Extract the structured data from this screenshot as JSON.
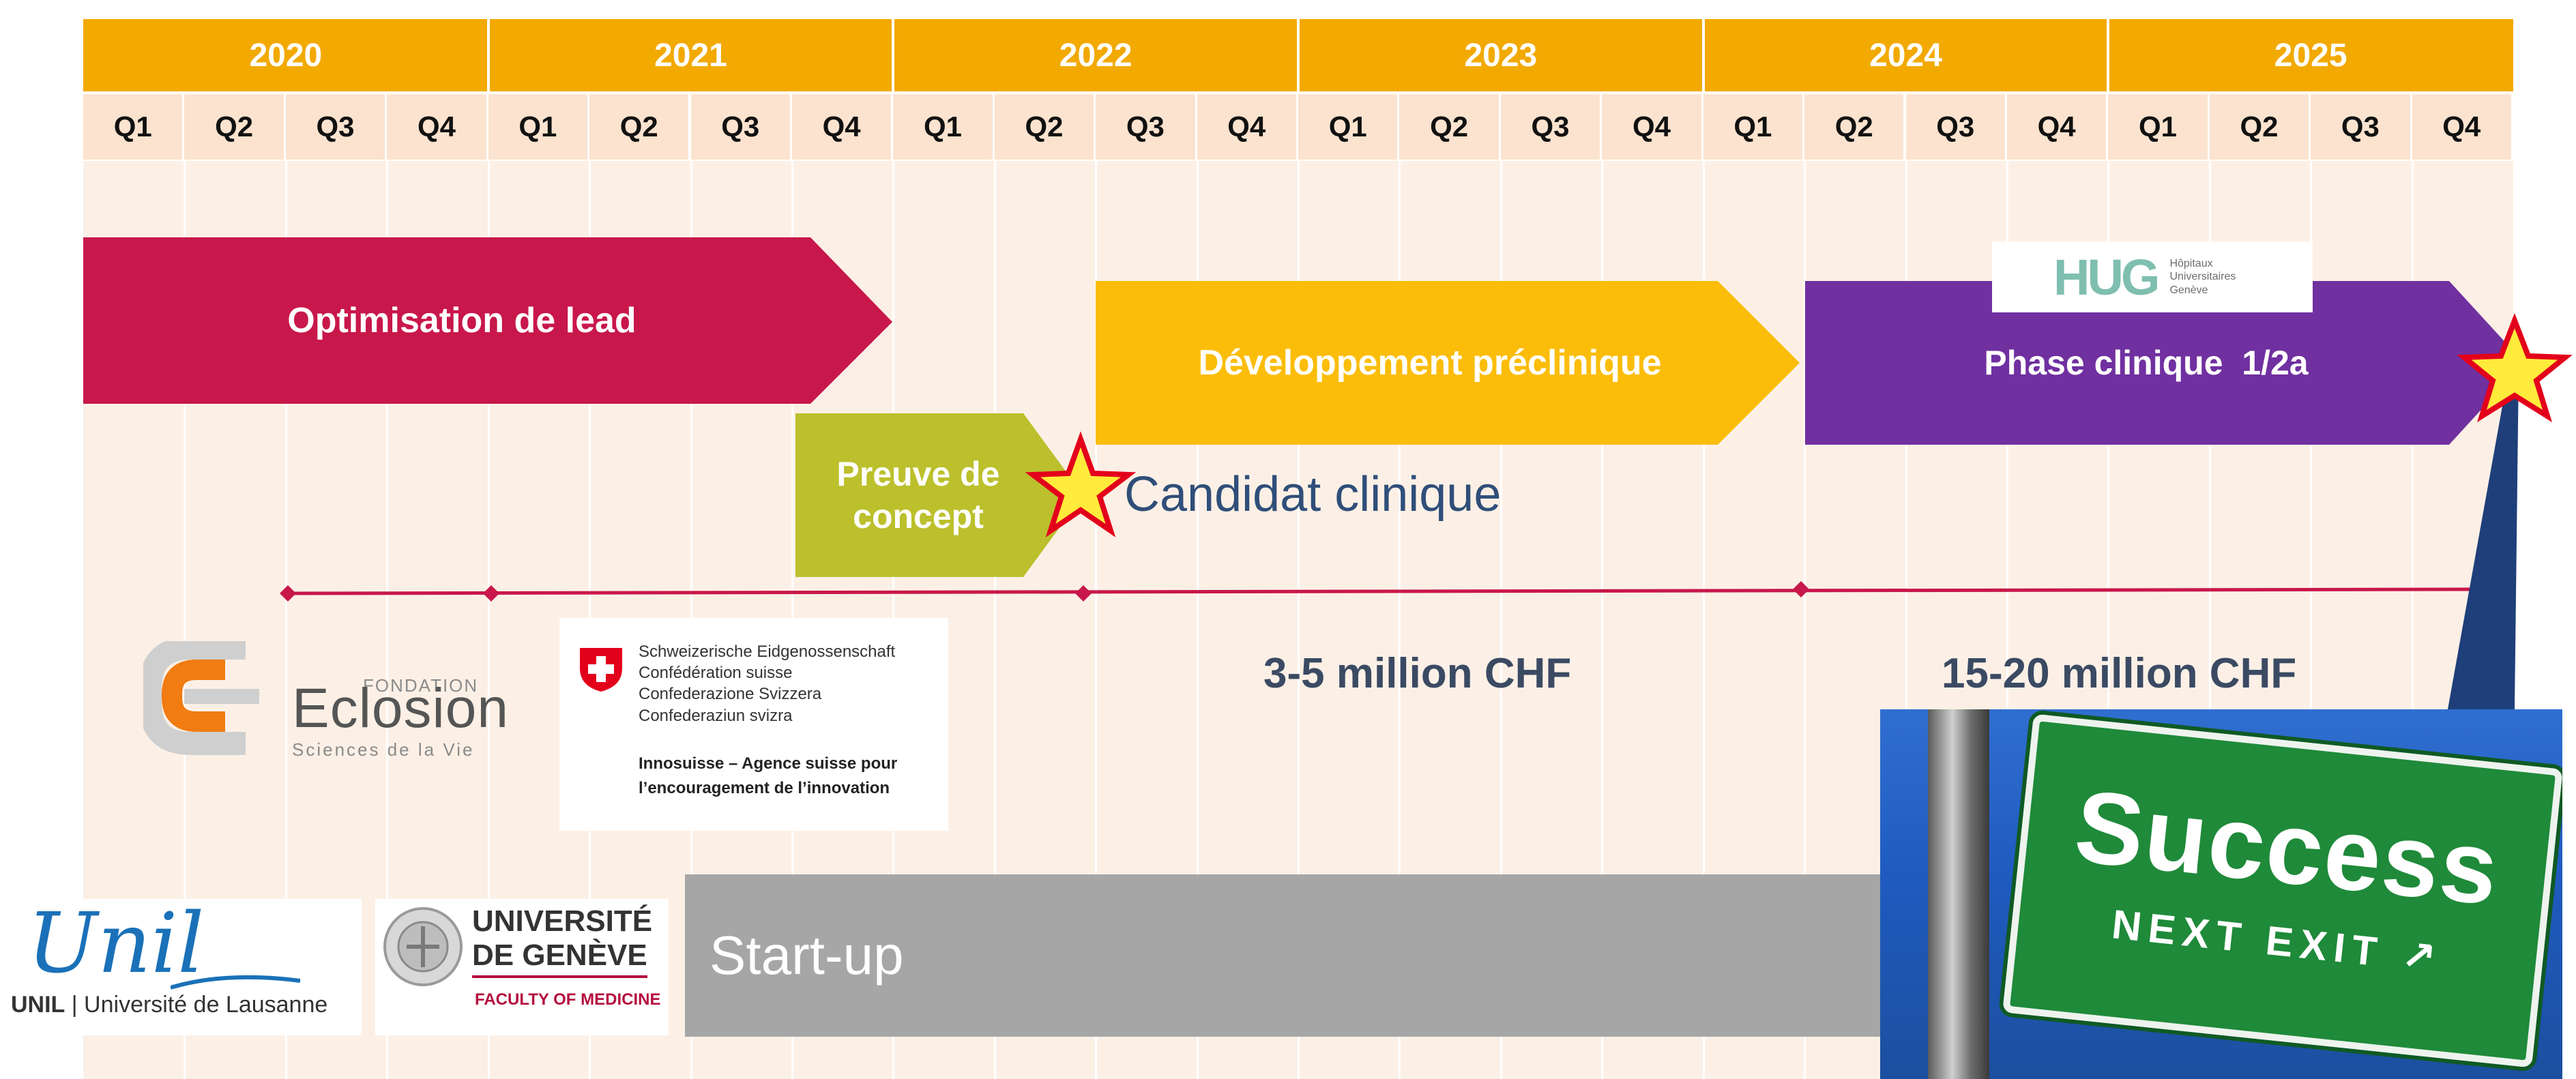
{
  "timeline": {
    "years": [
      "2020",
      "2021",
      "2022",
      "2023",
      "2024",
      "2025"
    ],
    "quarters": [
      "Q1",
      "Q2",
      "Q3",
      "Q4"
    ]
  },
  "phases": [
    {
      "label": "Optimisation de lead",
      "color": "#c8174b"
    },
    {
      "label": "Preuve de\nconcept",
      "color": "#bcc02c"
    },
    {
      "label": "Développement préclinique",
      "color": "#fbbd09"
    },
    {
      "label": "Phase clinique  1/2a",
      "color": "#7030a0"
    }
  ],
  "milestones": {
    "candidate_label": "Candidat clinique"
  },
  "funding": [
    {
      "label": "3-5 million CHF"
    },
    {
      "label": "15-20 million CHF"
    }
  ],
  "logos": {
    "eclosion": {
      "small": "FONDATION",
      "name": "Eclosion",
      "sub": "Sciences de la Vie"
    },
    "innosuisse": {
      "lines": [
        "Schweizerische Eidgenossenschaft",
        "Confédération suisse",
        "Confederazione Svizzera",
        "Confederaziun svizra"
      ],
      "agency": "Innosuisse – Agence suisse pour",
      "agency2": "l’encouragement de l’innovation"
    },
    "unil": {
      "script": "Unil",
      "caption_bold": "UNIL",
      "caption": " | Université de Lausanne"
    },
    "unige": {
      "line1": "UNIVERSITÉ",
      "line2": "DE GENÈVE",
      "line3": "FACULTY OF MEDICINE"
    },
    "hug": {
      "mark": "HUG",
      "text": "Hôpitaux\nUniversitaires\nGenève"
    }
  },
  "startup": {
    "label": "Start-up"
  },
  "success_sign": {
    "big": "Success",
    "small": "NEXT EXIT ↗"
  },
  "colors": {
    "year_bar": "#f2a900",
    "quarter_bar": "#fbe3cf",
    "grid_bg": "#fcf0e6",
    "timeline_line": "#c8174b",
    "star_fill": "#ffeb3b",
    "star_stroke": "#e3001b"
  }
}
